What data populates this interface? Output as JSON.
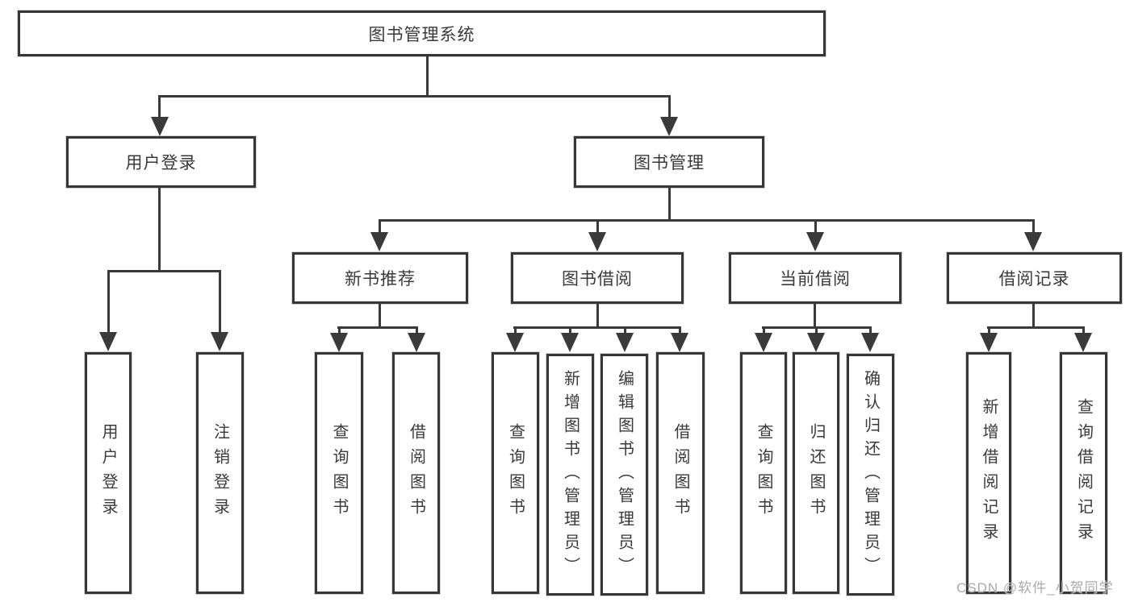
{
  "diagram": {
    "title": "图书管理系统",
    "root": {
      "label": "图书管理系统"
    },
    "level2": {
      "user_login": {
        "label": "用户登录"
      },
      "book_mgmt": {
        "label": "图书管理"
      }
    },
    "level3": {
      "new_book_rec": {
        "label": "新书推荐"
      },
      "book_borrow": {
        "label": "图书借阅"
      },
      "current_borrow": {
        "label": "当前借阅"
      },
      "borrow_record": {
        "label": "借阅记录"
      }
    },
    "leaves": [
      {
        "label": "用户登录",
        "parent": "用户登录"
      },
      {
        "label": "注销登录",
        "parent": "用户登录"
      },
      {
        "label": "查询图书",
        "parent": "新书推荐"
      },
      {
        "label": "借阅图书",
        "parent": "新书推荐"
      },
      {
        "label": "查询图书",
        "parent": "图书借阅"
      },
      {
        "label": "新增图书（管理员）",
        "parent": "图书借阅"
      },
      {
        "label": "编辑图书（管理员）",
        "parent": "图书借阅"
      },
      {
        "label": "借阅图书",
        "parent": "图书借阅"
      },
      {
        "label": "查询图书",
        "parent": "当前借阅"
      },
      {
        "label": "归还图书",
        "parent": "当前借阅"
      },
      {
        "label": "确认归还（管理员）",
        "parent": "当前借阅"
      },
      {
        "label": "新增借阅记录",
        "parent": "借阅记录"
      },
      {
        "label": "查询借阅记录",
        "parent": "借阅记录"
      }
    ],
    "watermark": "CSDN @软件_小贺同学",
    "colors": {
      "line": "#3a3a3a",
      "border": "#363636",
      "text": "#3a3a3a",
      "watermark": "#ababab",
      "background": "#ffffff"
    }
  }
}
